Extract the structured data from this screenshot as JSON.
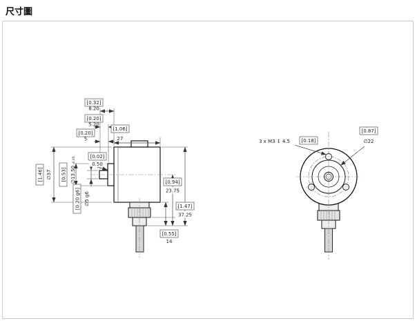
{
  "page": {
    "title": "尺寸圖"
  },
  "side_view": {
    "dim_8_20": {
      "inch": "[0.32]",
      "mm": "8.20"
    },
    "dim_5_20": {
      "inch": "[0.20]",
      "mm": "5.20"
    },
    "dim_5": {
      "inch": "[0.20]",
      "mm": "5"
    },
    "dim_27": {
      "inch": "[1.06]",
      "mm": "27"
    },
    "dim_dia37": {
      "inch": "[1.46]",
      "mm": "∅37"
    },
    "dim_dia13_50": {
      "inch": "[0.53]",
      "mm": "∅13.50",
      "tol": "-0.05"
    },
    "dim_dia5_g6": {
      "inch": "[0.20 g6]",
      "mm": "∅5 g6"
    },
    "dim_0_50": {
      "inch": "[0.02]",
      "mm": "0.50"
    },
    "dim_23_75": {
      "inch": "[0.94]",
      "mm": "23.75"
    },
    "dim_37_25": {
      "inch": "[1.47]",
      "mm": "37.25"
    },
    "dim_14": {
      "inch": "[0.55]",
      "mm": "14"
    }
  },
  "front_view": {
    "thread_callout": {
      "text": "3 x M3 ↧ 4.5",
      "inch": "[0.18]"
    },
    "dim_dia22": {
      "inch": "[0.87]",
      "mm": "∅22"
    }
  }
}
